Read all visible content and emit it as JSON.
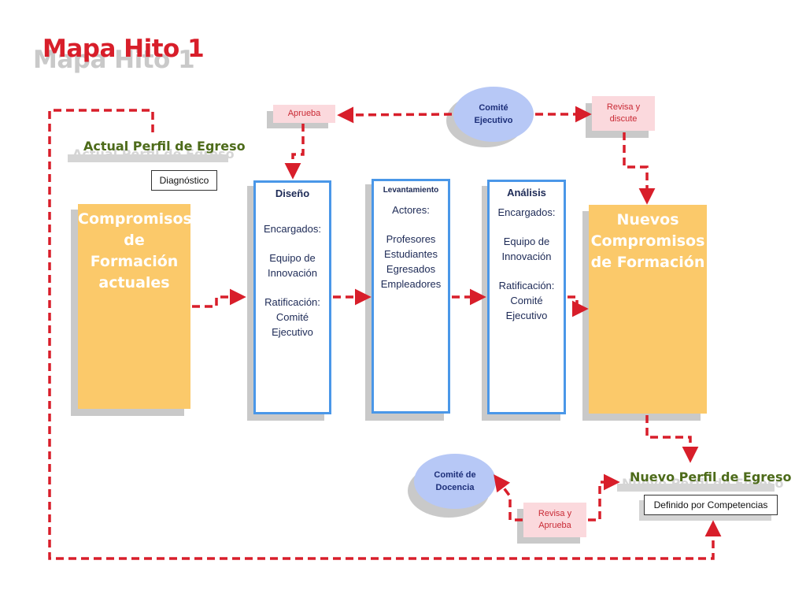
{
  "title": "Mapa Hito 1",
  "actual_perfil": {
    "label": "Actual Perfil de Egreso",
    "tag": "Diagnóstico"
  },
  "compromisos_actuales": {
    "lines": [
      "Compromisos",
      "de Formación",
      "actuales"
    ]
  },
  "diseno": {
    "header": "Diseño",
    "lines": [
      "Encargados:",
      "",
      "Equipo de",
      "Innovación",
      "",
      "Ratificación:",
      "Comité",
      "Ejecutivo"
    ]
  },
  "levantamiento": {
    "header": "Levantamiento",
    "lines": [
      "Actores:",
      "",
      "Profesores",
      "Estudiantes",
      "Egresados",
      "Empleadores"
    ]
  },
  "analisis": {
    "header": "Análisis",
    "lines": [
      "Encargados:",
      "",
      "Equipo de",
      "Innovación",
      "",
      "Ratificación:",
      "Comité",
      "Ejecutivo"
    ]
  },
  "nuevos_compromisos": {
    "lines": [
      "Nuevos",
      "Compromisos",
      "de Formación"
    ]
  },
  "nuevo_perfil": {
    "label": "Nuevo Perfil de Egreso",
    "tag": "Definido por Competencias"
  },
  "aprueba": {
    "label": "Aprueba"
  },
  "revisa_discute": {
    "line1": "Revisa y",
    "line2": "discute"
  },
  "revisa_aprueba": {
    "line1": "Revisa y",
    "line2": "Aprueba"
  },
  "comite_ejecutivo": {
    "line1": "Comité",
    "line2": "Ejecutivo"
  },
  "comite_docencia": {
    "line1": "Comité de",
    "line2": "Docencia"
  },
  "colors": {
    "arrow": "#d81e2a",
    "title": "#d81e2a",
    "yellow": "#fbc96a",
    "blue_border": "#4a97e8",
    "oval": "#b7c8f6",
    "pink": "#fbd9dd",
    "green_label": "#4d6b1a"
  }
}
